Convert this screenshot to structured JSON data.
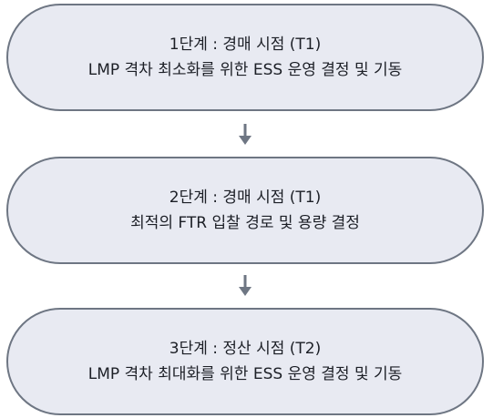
{
  "stages": [
    {
      "title": "1단계 : 경매 시점 (T1)",
      "description": "LMP 격차 최소화를 위한 ESS 운영 결정 및 기동"
    },
    {
      "title": "2단계 : 경매 시점 (T1)",
      "description": "최적의 FTR 입찰 경로 및 용량 결정"
    },
    {
      "title": "3단계 : 정산 시점 (T2)",
      "description": "LMP 격차 최대화를 위한 ESS 운영 결정 및 기동"
    }
  ],
  "colors": {
    "box_fill": "#e8eaf2",
    "box_border": "#6e7683",
    "arrow": "#6e7683",
    "text": "#1c1f26"
  },
  "icons": {
    "connector": "arrow-down-icon"
  }
}
